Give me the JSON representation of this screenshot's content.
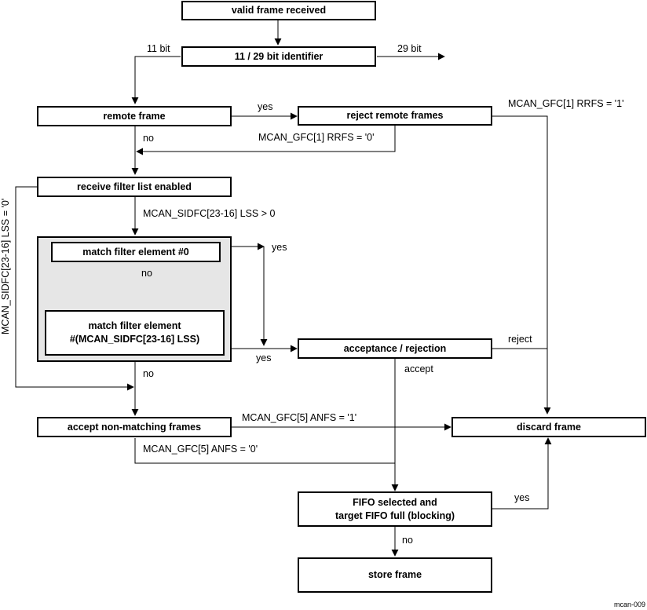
{
  "boxes": {
    "valid_frame_received": "valid frame received",
    "identifier": "11 / 29 bit identifier",
    "remote_frame": "remote frame",
    "reject_remote_frames": "reject remote frames",
    "receive_filter_list_enabled": "receive filter list enabled",
    "match_filter_element_0": "match filter element #0",
    "match_filter_element_n_line1": "match filter element",
    "match_filter_element_n_line2": "#(MCAN_SIDFC[23-16] LSS)",
    "acceptance_rejection": "acceptance / rejection",
    "accept_non_matching_frames": "accept non-matching frames",
    "discard_frame": "discard frame",
    "fifo_full_line1": "FIFO selected and",
    "fifo_full_line2": "target FIFO full (blocking)",
    "store_frame": "store frame"
  },
  "labels": {
    "bit11": "11 bit",
    "bit29": "29 bit",
    "yes_remote": "yes",
    "rrfs_1": "MCAN_GFC[1] RRFS = '1'",
    "no_remote": "no",
    "rrfs_0": "MCAN_GFC[1] RRFS = '0'",
    "lss_gt_0": "MCAN_SIDFC[23-16] LSS > 0",
    "lss_eq_0": "MCAN_SIDFC[23-16] LSS = '0'",
    "yes_match_top": "yes",
    "no_match": "no",
    "yes_match_bottom": "yes",
    "reject": "reject",
    "accept": "accept",
    "no_filter": "no",
    "anfs_1": "MCAN_GFC[5] ANFS = '1'",
    "anfs_0": "MCAN_GFC[5] ANFS = '0'",
    "yes_fifo": "yes",
    "no_fifo": "no",
    "figure_id": "mcan-009"
  }
}
